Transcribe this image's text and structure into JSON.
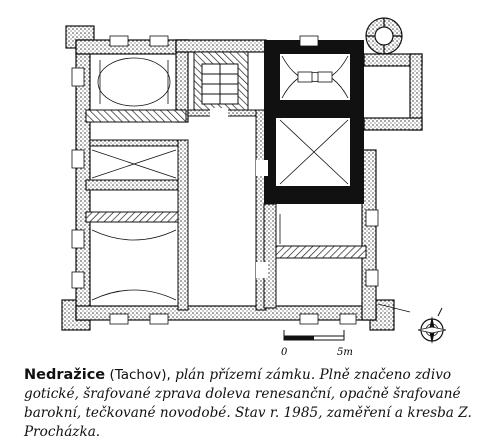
{
  "scale": {
    "zero_label": "0",
    "five_label": "5m"
  },
  "caption": {
    "place": "Nedražice",
    "region": "(Tachov),",
    "text": "plán přízemí zámku. Plně značeno zdivo gotické, šrafované zprava doleva renesanční, opačně šrafované barokní, tečkované novodobé. Stav r. 1985, zaměření a kresba Z. Procházka."
  },
  "colors": {
    "ink": "#111111",
    "paper": "#ffffff"
  }
}
